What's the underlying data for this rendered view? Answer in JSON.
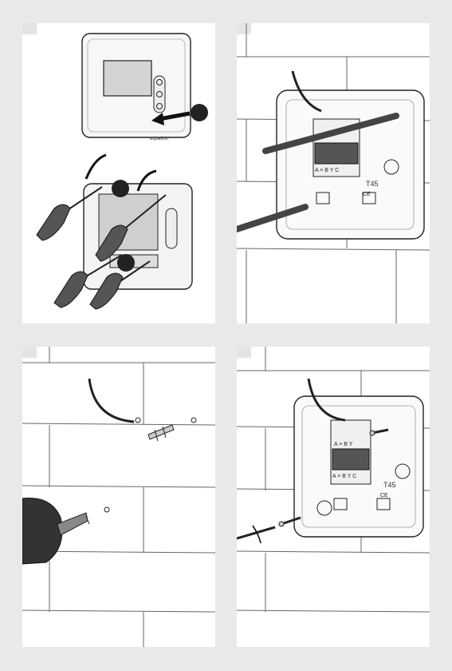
{
  "device": {
    "brand": "equation",
    "model": "T45",
    "ce_mark": "CE"
  },
  "terminals": {
    "top_label": "A × B Y",
    "bottom_label": "A × B Y C"
  },
  "colors": {
    "page_background": "#e9e9e9",
    "panel_background": "#ffffff",
    "step_badge": "#222222",
    "wall_line": "#666666"
  },
  "steps": [
    {
      "icon": "remove-front-cover-icon"
    },
    {
      "icon": "mark-wall-holes-icon"
    },
    {
      "icon": "drill-and-plug-icon"
    },
    {
      "icon": "screw-base-to-wall-icon"
    }
  ]
}
